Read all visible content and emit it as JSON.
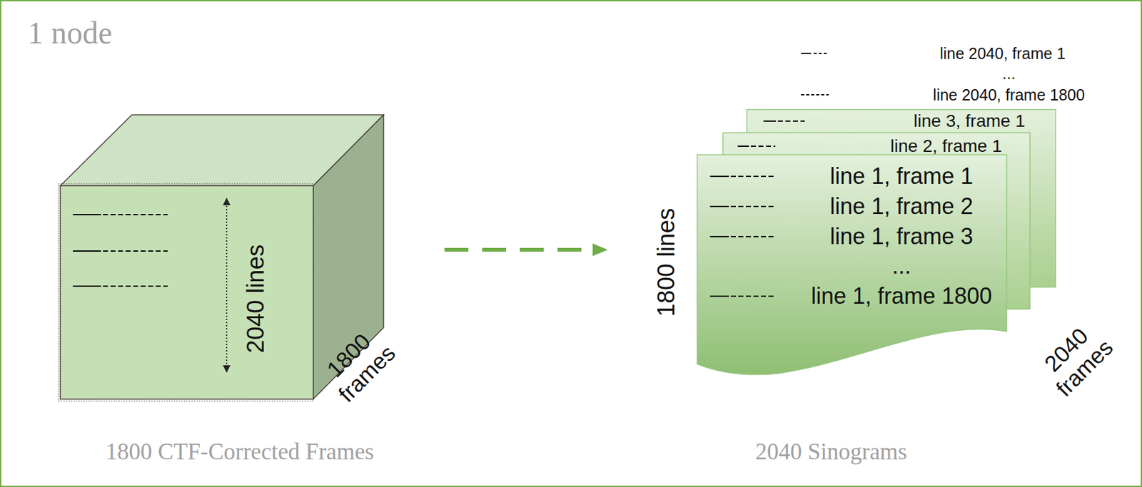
{
  "diagram": {
    "title": "1 node",
    "nodes": [
      {
        "text": [
          "2040 lines",
          "1800 frames"
        ]
      },
      {
        "text": [
          "line 1, frame 1",
          "line 1, frame 2",
          "line 1, frame 3",
          "...",
          "line 1, frame 1800"
        ]
      },
      {
        "text": [
          "line 2, frame 1"
        ]
      },
      {
        "text": [
          "line 3, frame 1"
        ]
      }
    ],
    "edges": [
      {
        "from": 0,
        "to": 1,
        "arrow": "to"
      }
    ],
    "labels": [
      "line 2040, frame 1",
      "...",
      "line 2040, frame 1800",
      "1800 lines",
      "2040 frames",
      "1800 CTF-Corrected Frames",
      "2040 Sinograms"
    ]
  }
}
